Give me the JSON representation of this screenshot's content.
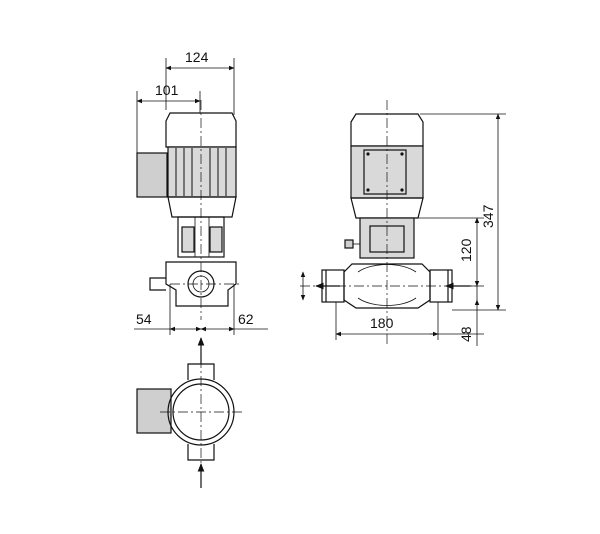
{
  "dimensions": {
    "front_overall_width": "124",
    "front_motor_width": "101",
    "front_left_offset": "54",
    "front_right_offset": "62",
    "side_port_to_port": "180",
    "side_total_height": "347",
    "side_pump_height": "120",
    "side_foot_height": "48"
  }
}
